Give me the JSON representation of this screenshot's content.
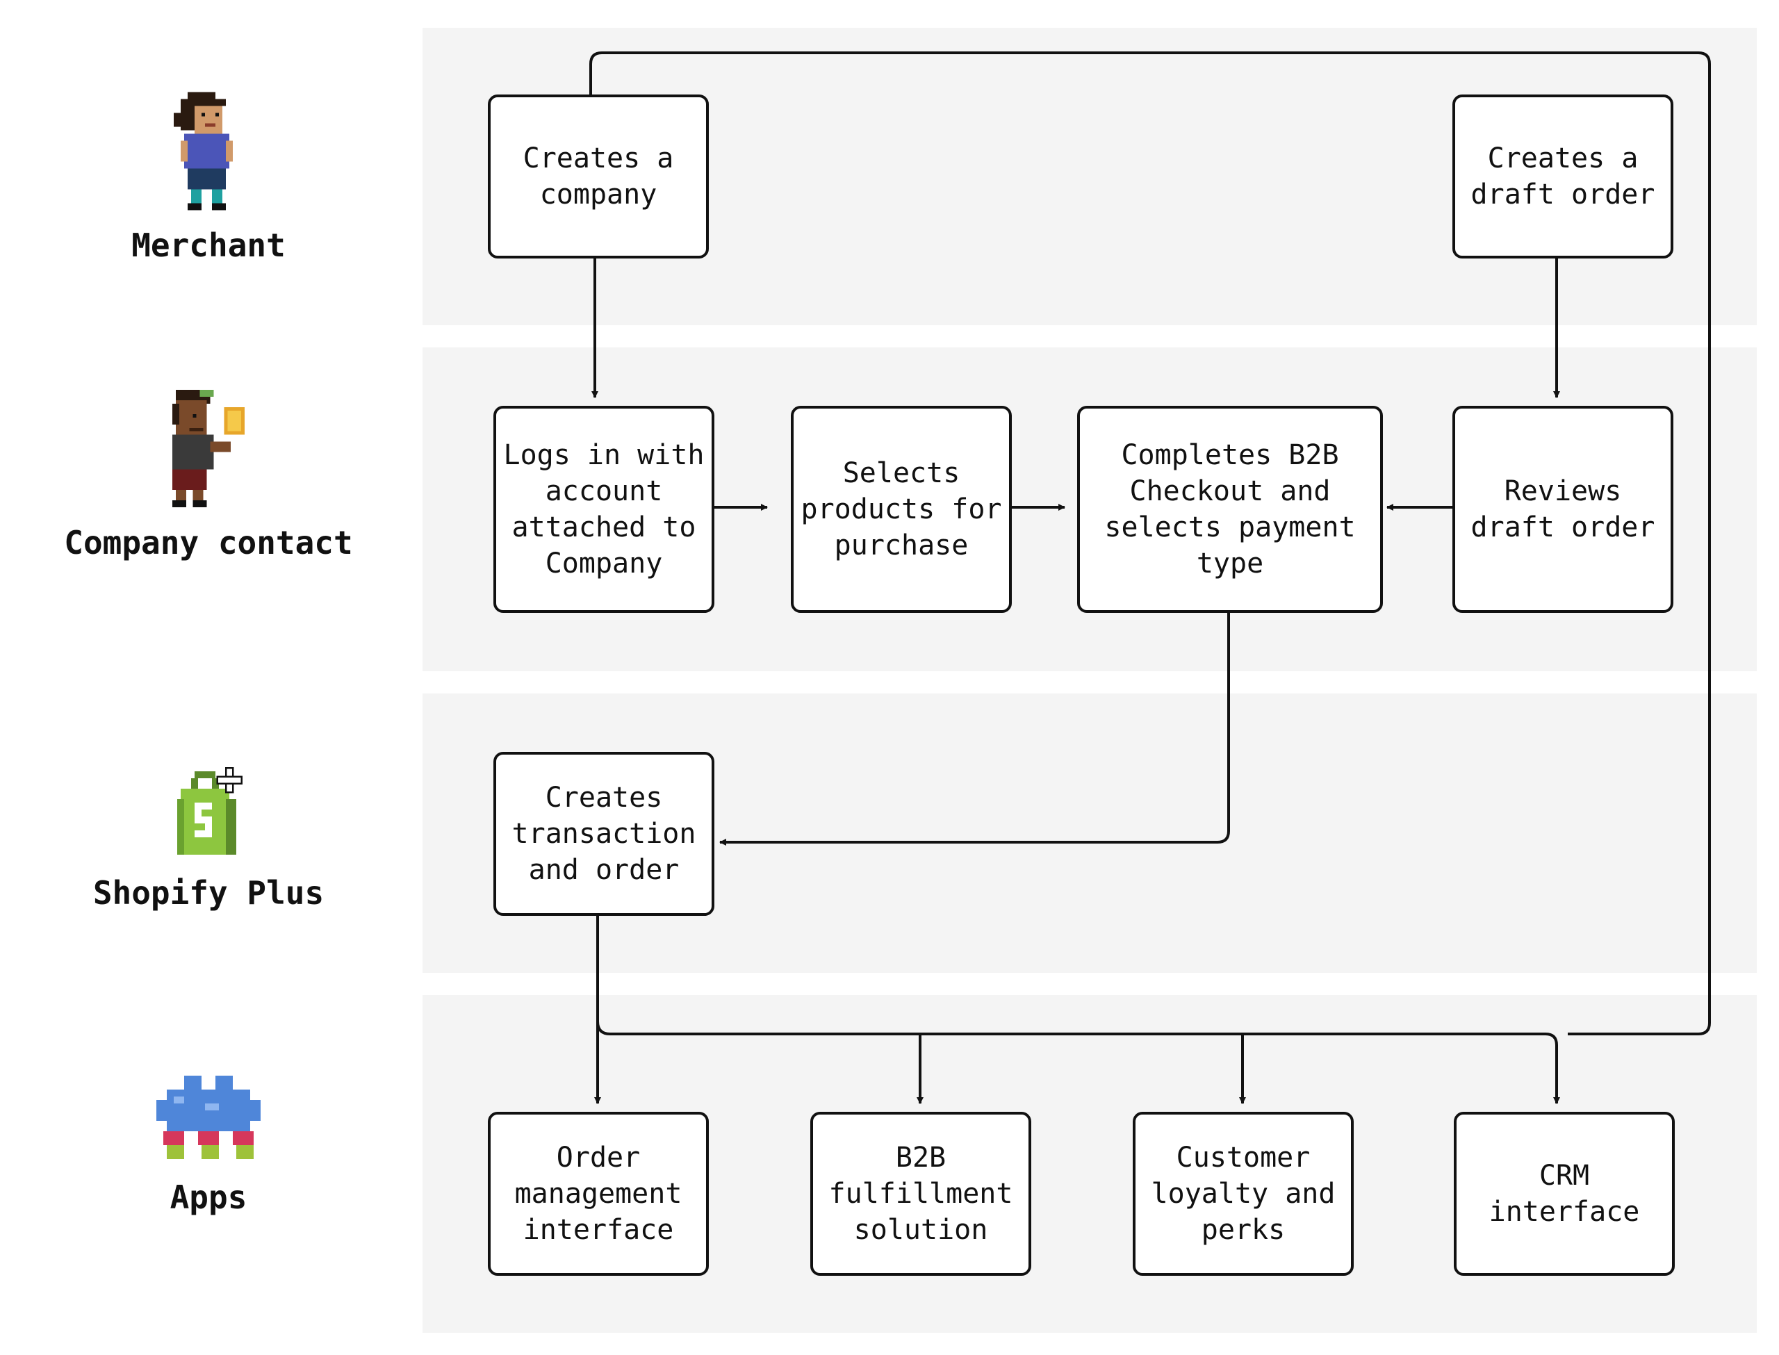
{
  "lanes": [
    {
      "id": "merchant",
      "label": "Merchant",
      "icon": "merchant-avatar-icon"
    },
    {
      "id": "company_contact",
      "label": "Company contact",
      "icon": "company-contact-avatar-icon"
    },
    {
      "id": "shopify_plus",
      "label": "Shopify Plus",
      "icon": "shopify-bag-icon"
    },
    {
      "id": "apps",
      "label": "Apps",
      "icon": "puzzle-piece-icon"
    }
  ],
  "nodes": {
    "create_company": "Creates a\ncompany",
    "create_draft_order": "Creates a\ndraft order",
    "logs_in": "Logs in with\naccount\nattached to\nCompany",
    "selects_products": "Selects\nproducts for\npurchase",
    "completes_checkout": "Completes B2B\nCheckout and\nselects payment\ntype",
    "reviews_draft": "Reviews\ndraft order",
    "creates_transaction": "Creates\ntransaction\nand order",
    "order_mgmt": "Order\nmanagement\ninterface",
    "b2b_fulfillment": "B2B\nfulfillment\nsolution",
    "loyalty": "Customer\nloyalty and\nperks",
    "crm": "CRM\ninterface"
  },
  "colors": {
    "lane_bg": "#f4f4f4",
    "line": "#111111",
    "node_bg": "#ffffff"
  }
}
